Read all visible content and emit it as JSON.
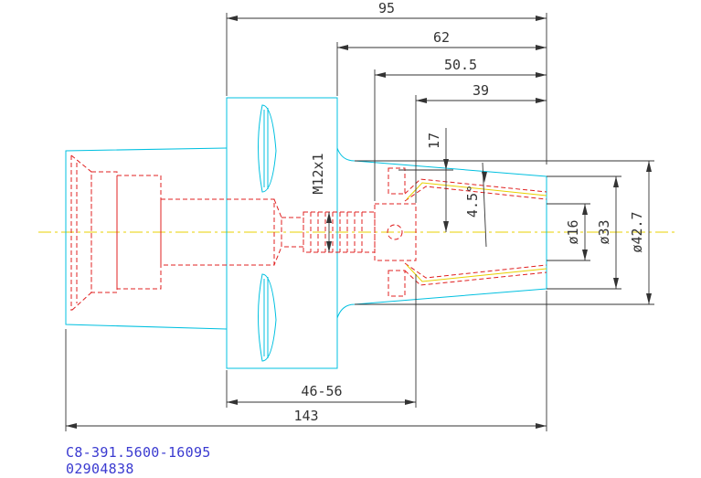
{
  "dimensions": {
    "overall_top": "95",
    "d62": "62",
    "d50_5": "50.5",
    "d39": "39",
    "d17": "17",
    "angle": "4.5°",
    "thread": "M12x1",
    "dia16": "ø16",
    "dia33": "ø33",
    "dia42_7": "ø42.7",
    "range": "46-56",
    "overall_bottom": "143"
  },
  "part_number": "C8-391.5600-16095",
  "item_code": "02904838",
  "colors": {
    "outline": "#00c0e0",
    "hidden": "#e02020",
    "centerline": "#e8d000",
    "dimension": "#333333",
    "text_blue": "#3a3ad0"
  }
}
